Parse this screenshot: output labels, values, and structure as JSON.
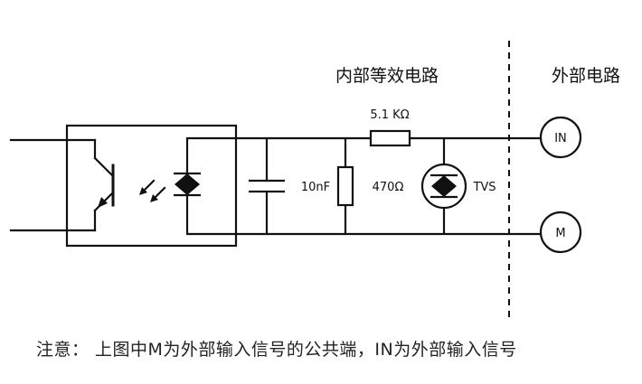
{
  "labels": {
    "internal_circuit": "内部等效电路",
    "external_circuit": "外部电路",
    "resistor_series": "5.1 KΩ",
    "capacitor": "10nF",
    "resistor_shunt": "470Ω",
    "tvs": "TVS",
    "terminal_in": "IN",
    "terminal_m": "M"
  },
  "note": "注意： 上图中M为外部输入信号的公共端，IN为外部输入信号",
  "colors": {
    "line": "#111111",
    "background": "#ffffff"
  }
}
